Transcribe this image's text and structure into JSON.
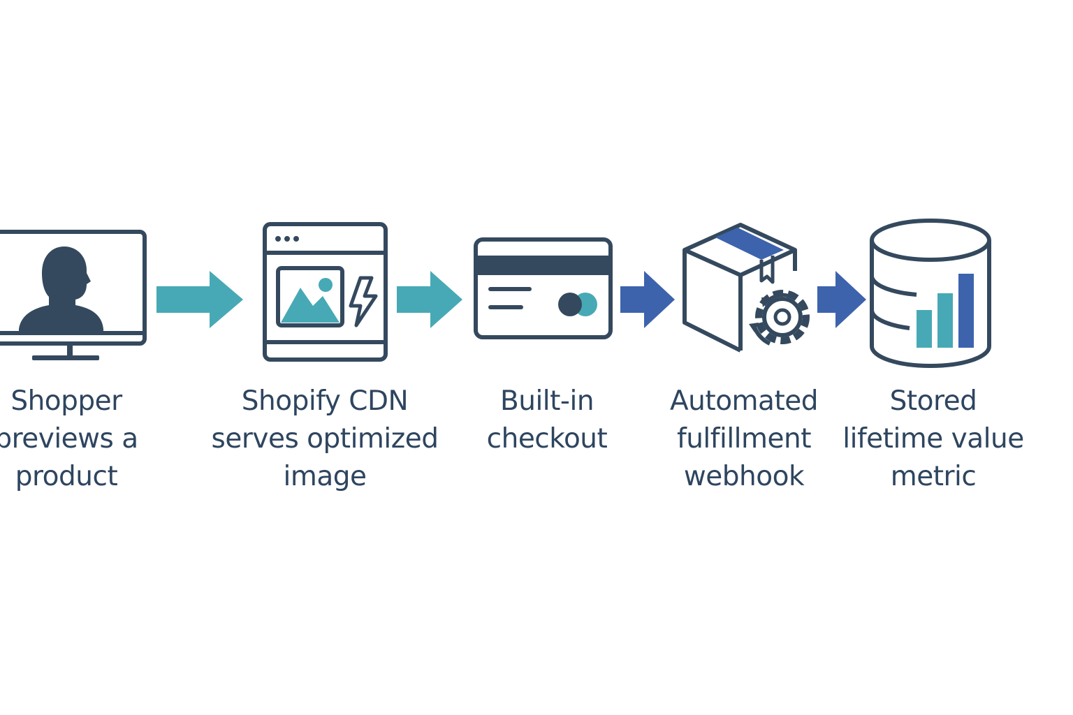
{
  "colors": {
    "ink": "#34495e",
    "teal": "#47a9b5",
    "blue": "#3d63ad",
    "text": "#2e455f"
  },
  "steps": [
    {
      "icon": "monitor-user-icon",
      "lines": [
        "Shopper",
        "previews a",
        "product"
      ]
    },
    {
      "icon": "browser-image-bolt-icon",
      "lines": [
        "Shopify CDN",
        "serves optimized",
        "image"
      ]
    },
    {
      "icon": "credit-card-icon",
      "lines": [
        "Built-in",
        "checkout"
      ]
    },
    {
      "icon": "box-gear-icon",
      "lines": [
        "Automated",
        "fulfillment",
        "webhook"
      ]
    },
    {
      "icon": "database-chart-icon",
      "lines": [
        "Stored",
        "lifetime value",
        "metric"
      ]
    }
  ],
  "arrows": [
    {
      "icon": "arrow-right-icon",
      "color": "teal"
    },
    {
      "icon": "arrow-right-icon",
      "color": "teal"
    },
    {
      "icon": "arrow-right-icon",
      "color": "blue"
    },
    {
      "icon": "arrow-right-icon",
      "color": "blue"
    }
  ]
}
